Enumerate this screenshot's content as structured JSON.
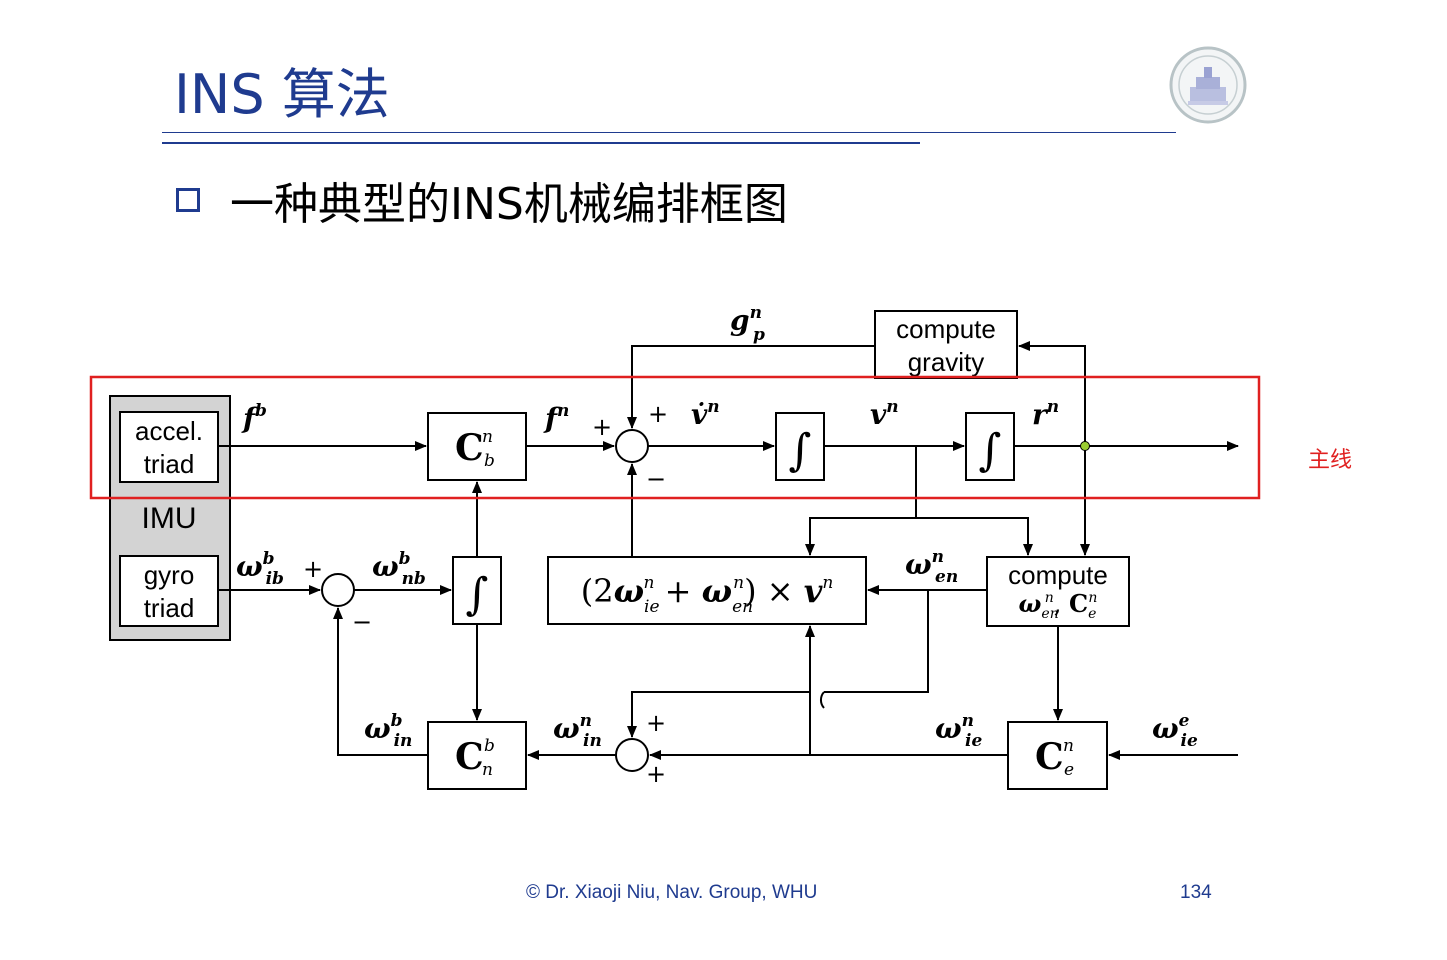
{
  "header": {
    "title": "INS 算法"
  },
  "bullet": {
    "text": "一种典型的INS机械编排框图"
  },
  "highlight": {
    "label": "主线",
    "color": "#e02020"
  },
  "diagram": {
    "imu": {
      "title": "IMU",
      "accel_line1": "accel.",
      "accel_line2": "triad",
      "gyro_line1": "gyro",
      "gyro_line2": "triad"
    },
    "compute_gravity_line1": "compute",
    "compute_gravity_line2": "gravity",
    "compute_omega_line1": "compute",
    "integral_symbol": "∫",
    "symbols": {
      "f": "f",
      "f_sup_b": "b",
      "f_sup_n": "n",
      "g": "g",
      "g_sup": "n",
      "g_sub": "p",
      "v": "v",
      "v_sup": "n",
      "r": "r",
      "r_sup": "n",
      "omega": "ω",
      "C": "C",
      "ib": "ib",
      "nb": "nb",
      "in": "in",
      "en": "en",
      "ie": "ie",
      "b": "b",
      "n": "n",
      "e": "e"
    },
    "coriolis": "(2ω + ω) × v",
    "plus": "+",
    "minus": "−"
  },
  "footer": {
    "credit": "© Dr. Xiaoji Niu, Nav. Group, WHU",
    "page_number": "134"
  },
  "colors": {
    "title_blue": "#1f3b8f",
    "imu_gray": "#d3d3d3",
    "junction_green": "#9acd32"
  }
}
